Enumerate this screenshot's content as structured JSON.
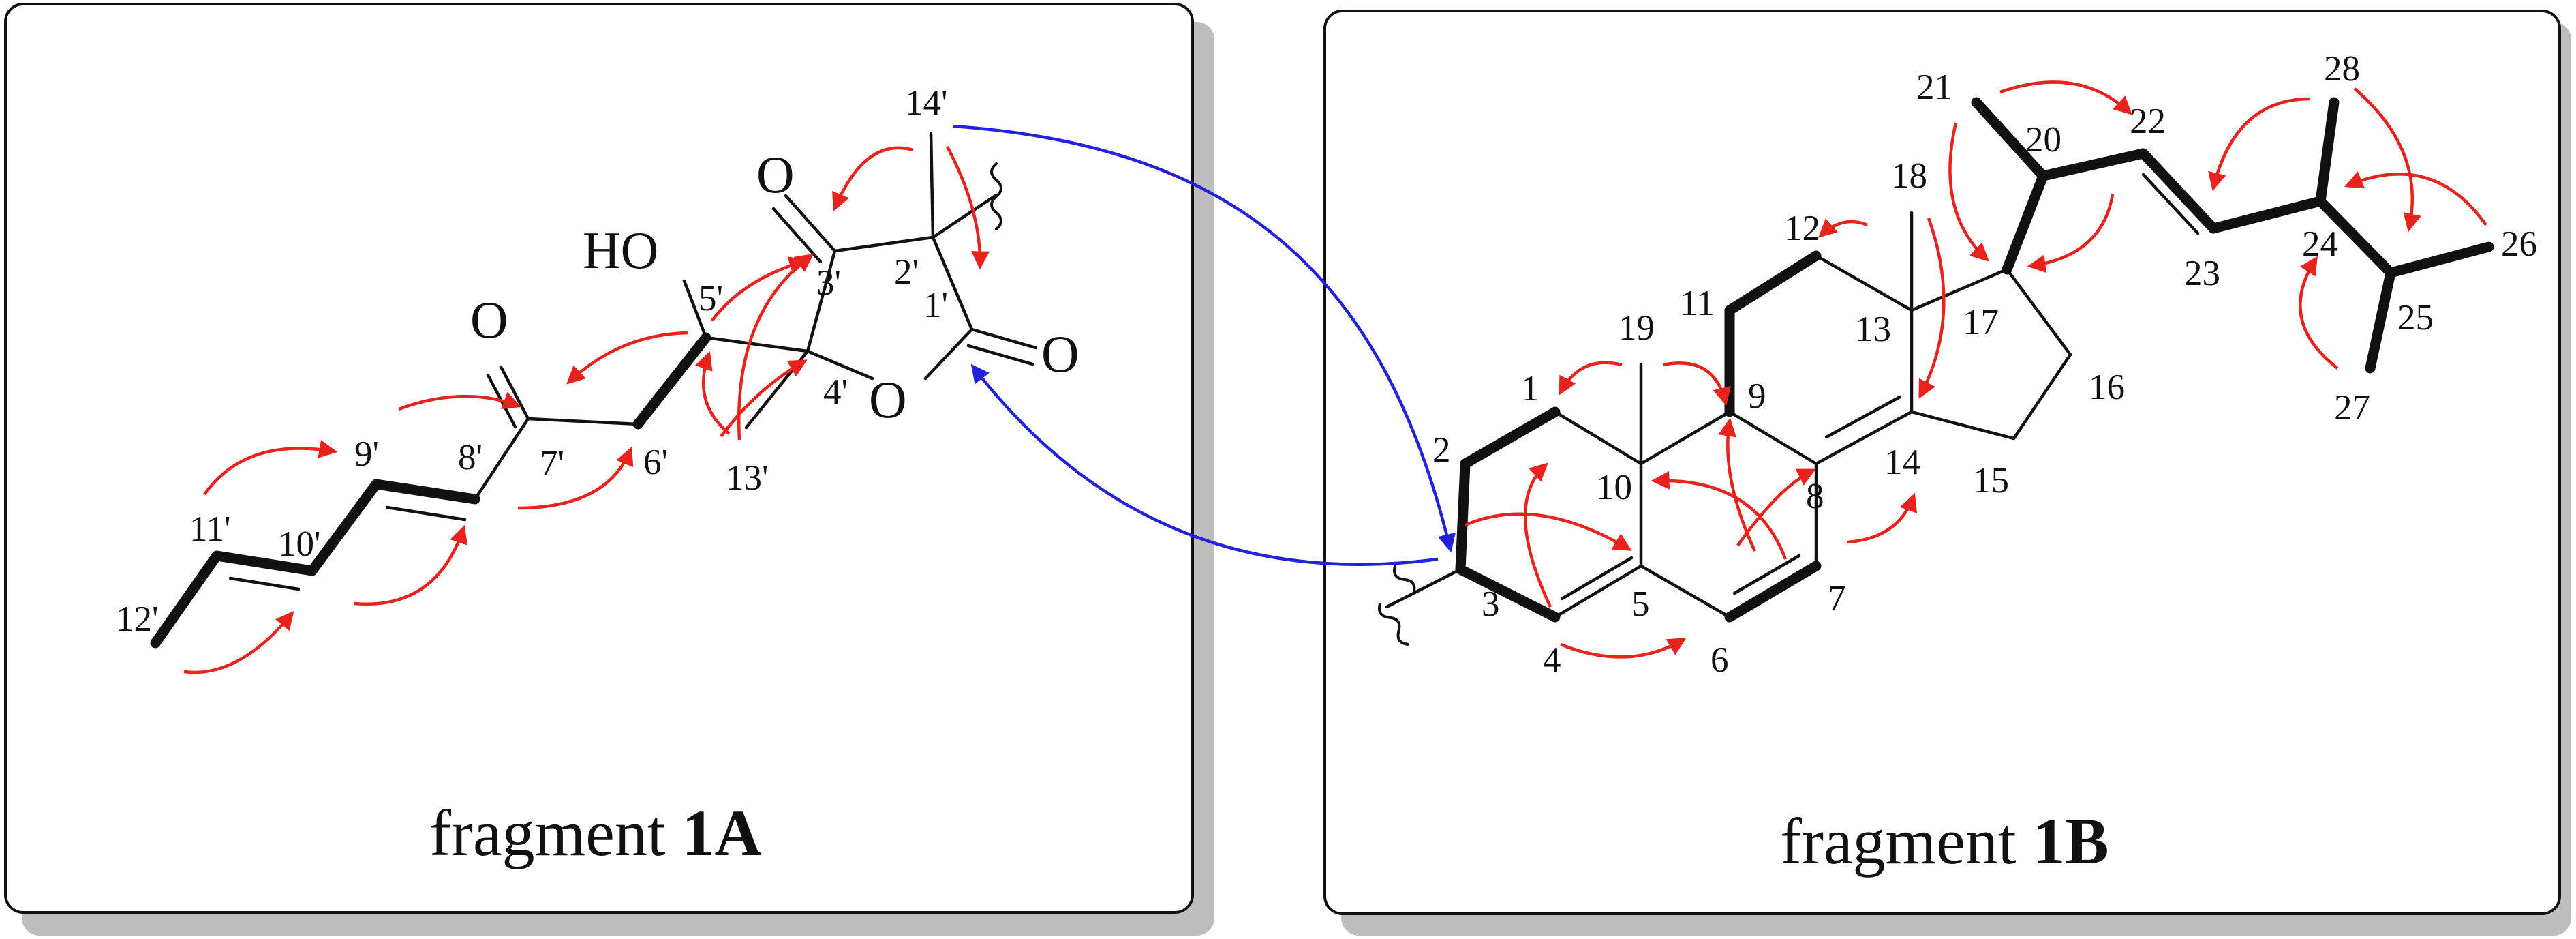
{
  "figure": {
    "panel_a": {
      "caption_prefix": "fragment ",
      "caption_id": "1A"
    },
    "panel_b": {
      "caption_prefix": "fragment ",
      "caption_id": "1B"
    },
    "atoms_a": {
      "o_ketone": "O",
      "o_lactone_carbonyl": "O",
      "o_ring": "O",
      "o_enone": "O",
      "hydroxyl": "HO"
    },
    "positions_a": [
      "1'",
      "2'",
      "3'",
      "4'",
      "5'",
      "6'",
      "7'",
      "8'",
      "9'",
      "10'",
      "11'",
      "12'",
      "13'",
      "14'"
    ],
    "positions_b": [
      "1",
      "2",
      "3",
      "4",
      "5",
      "6",
      "7",
      "8",
      "9",
      "10",
      "11",
      "12",
      "13",
      "14",
      "15",
      "16",
      "17",
      "18",
      "19",
      "20",
      "21",
      "22",
      "23",
      "24",
      "25",
      "26",
      "27",
      "28"
    ],
    "colors": {
      "bond": "#111111",
      "hmbc_arrow": "#e8221c",
      "link_arrow": "#2222dd",
      "panel_border": "#111111",
      "panel_shadow": "#bdbdbd"
    }
  }
}
